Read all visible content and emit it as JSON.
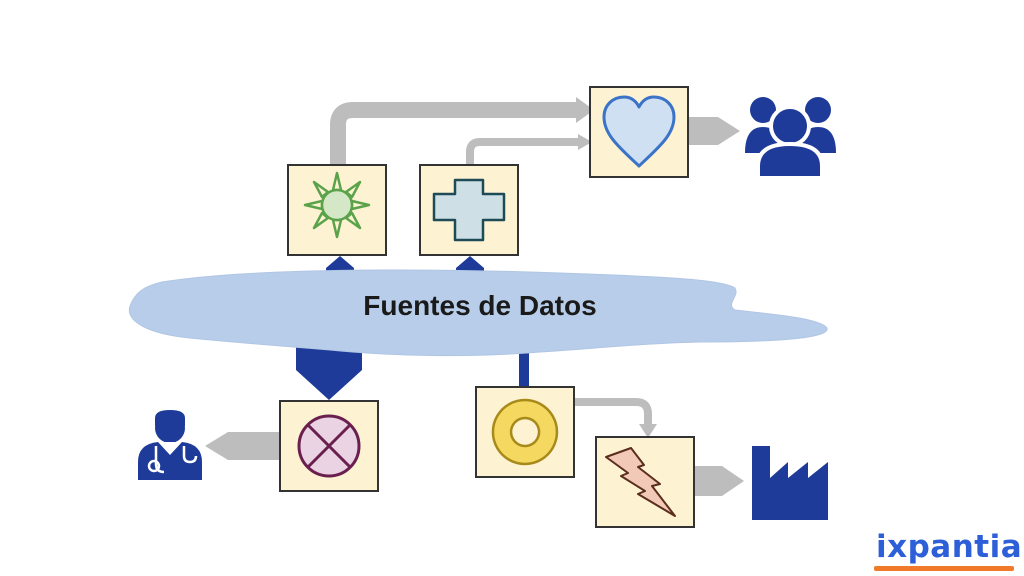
{
  "cloud": {
    "label": "Fuentes de Datos"
  },
  "brand": {
    "name": "ixpantia"
  },
  "colors": {
    "box_fill": "#fdf3d3",
    "box_stroke": "#333333",
    "connector_gray": "#bdbdbd",
    "navy": "#1f3b99",
    "cloud_fill": "#b7cdea",
    "brand_blue": "#2d5fd9",
    "brand_orange": "#f07a2a"
  },
  "nodes": [
    {
      "name": "sun-node",
      "icon": "sun-icon"
    },
    {
      "name": "cross-node",
      "icon": "medical-cross-icon"
    },
    {
      "name": "heart-node",
      "icon": "heart-icon"
    },
    {
      "name": "x-circle-node",
      "icon": "x-circle-icon"
    },
    {
      "name": "ring-node",
      "icon": "ring-icon"
    },
    {
      "name": "lightning-node",
      "icon": "lightning-icon"
    }
  ],
  "outputs": [
    {
      "name": "people-group",
      "icon": "people-group-icon"
    },
    {
      "name": "doctor",
      "icon": "doctor-icon"
    },
    {
      "name": "factory",
      "icon": "factory-icon"
    }
  ]
}
